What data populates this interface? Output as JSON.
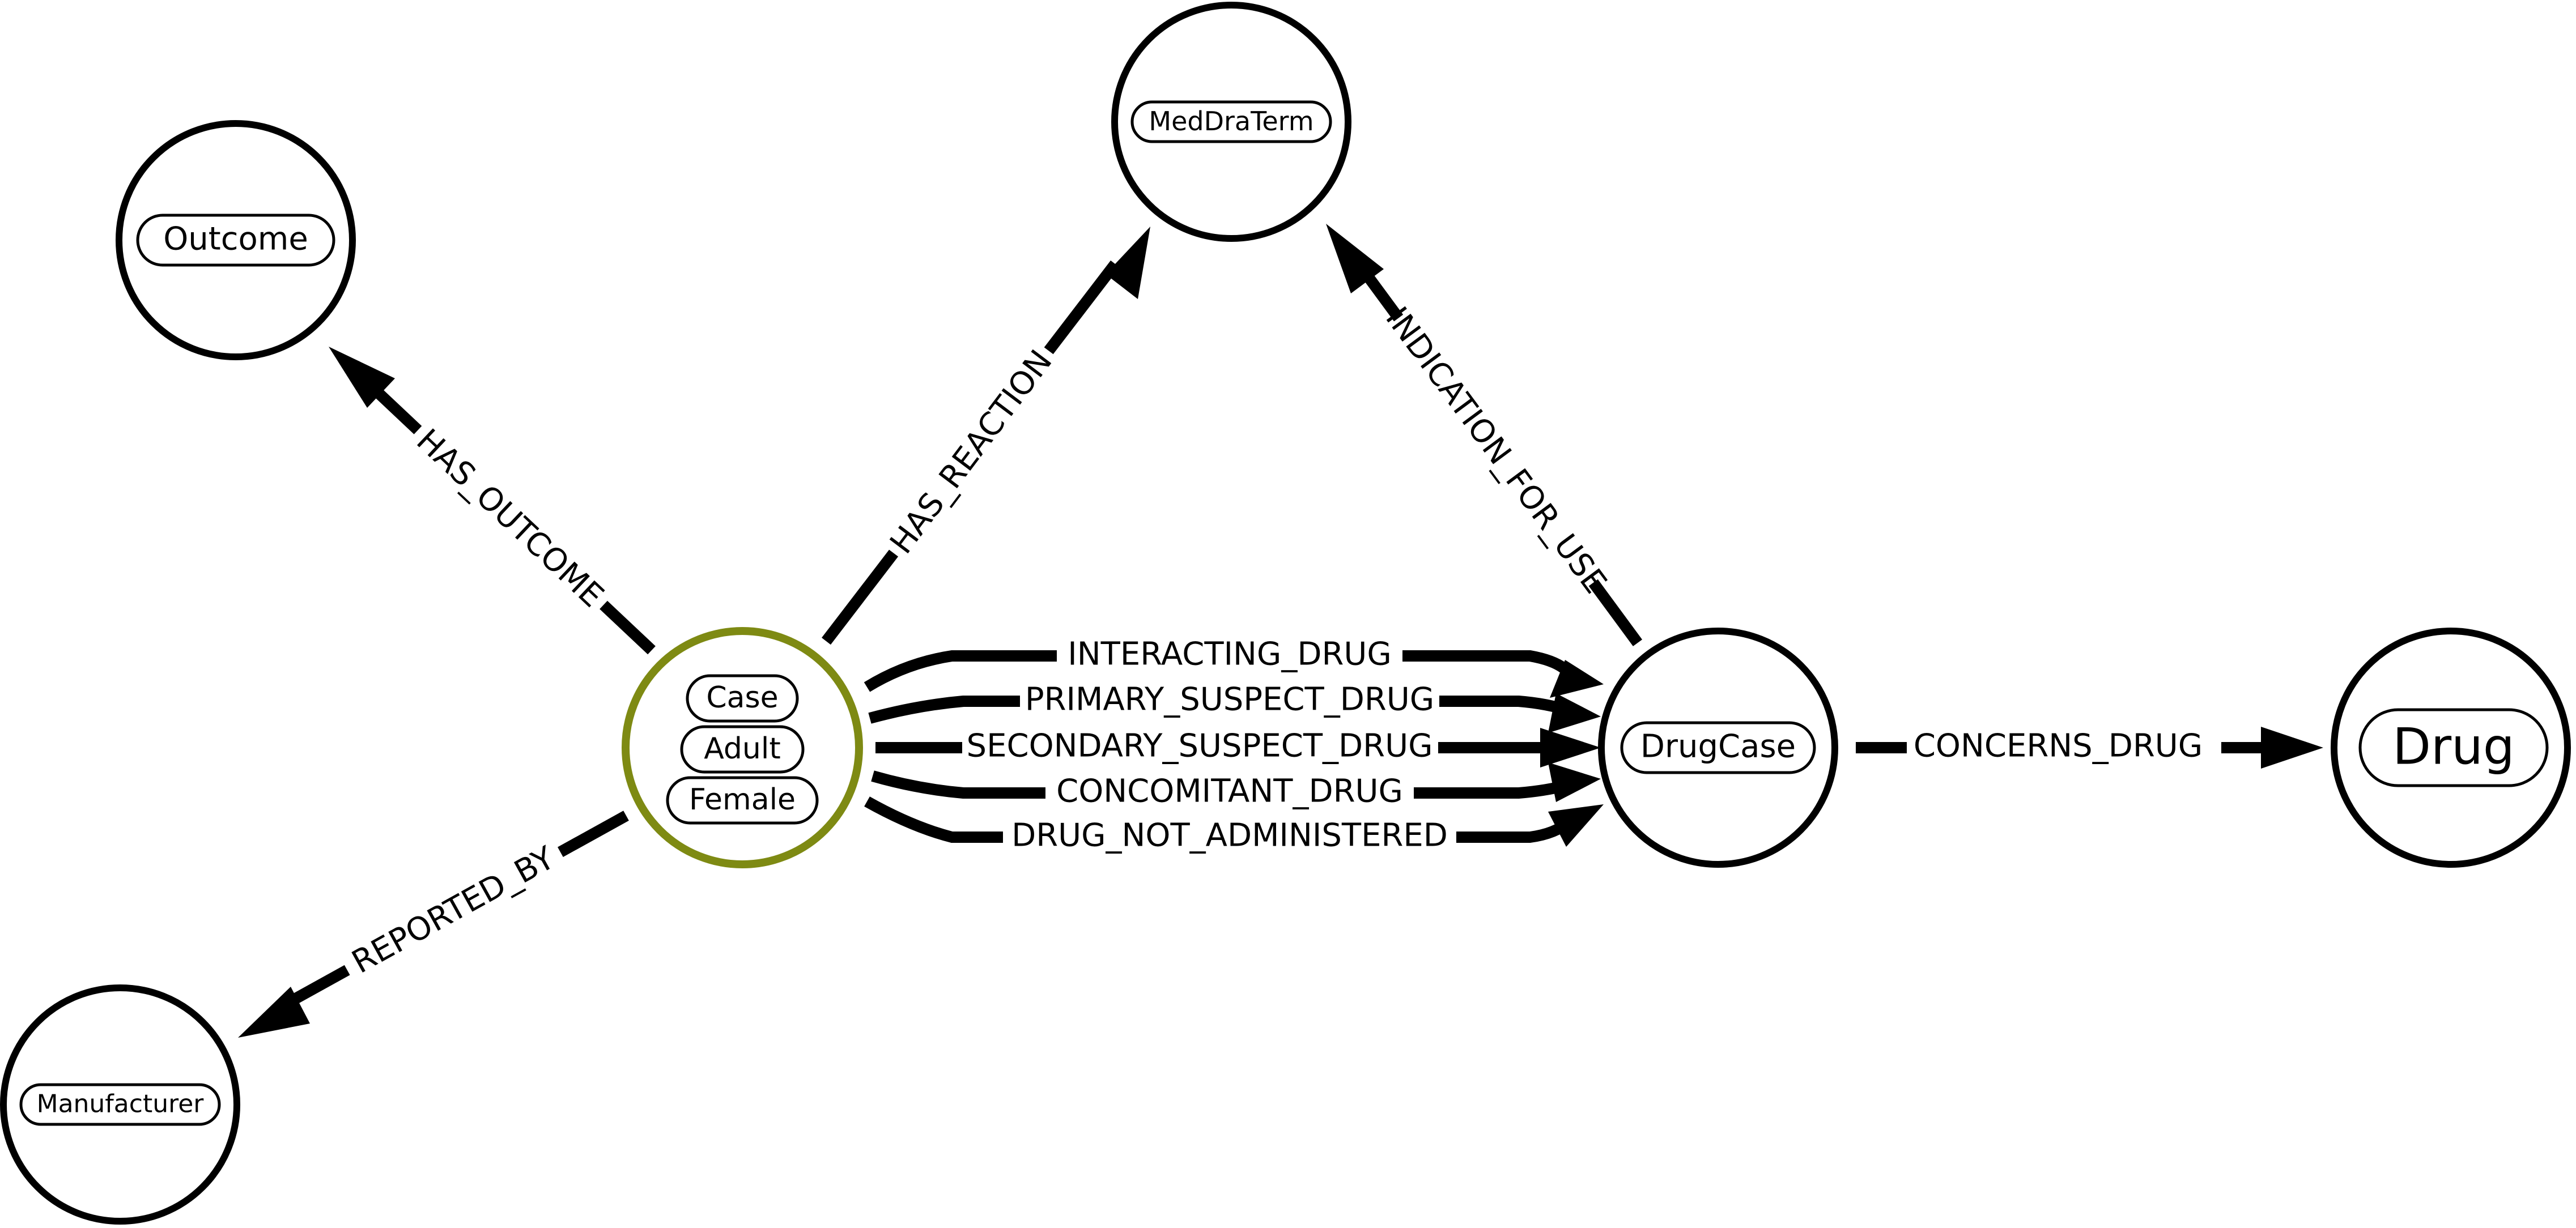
{
  "colors": {
    "selected": "#7e8a13",
    "stroke": "#000000"
  },
  "nodes": {
    "outcome": {
      "label": "Outcome"
    },
    "meddra": {
      "label": "MedDraTerm"
    },
    "case": {
      "labels": [
        "Case",
        "Adult",
        "Female"
      ]
    },
    "drugcase": {
      "label": "DrugCase"
    },
    "drug": {
      "label": "Drug"
    },
    "manufacturer": {
      "label": "Manufacturer"
    }
  },
  "edges": {
    "has_outcome": "HAS_OUTCOME",
    "has_reaction": "HAS_REACTION",
    "indication_for_use": "INDICATION_FOR_USE",
    "reported_by": "REPORTED_BY",
    "concerns_drug": "CONCERNS_DRUG",
    "interacting_drug": "INTERACTING_DRUG",
    "primary_suspect_drug": "PRIMARY_SUSPECT_DRUG",
    "secondary_suspect_drug": "SECONDARY_SUSPECT_DRUG",
    "concomitant_drug": "CONCOMITANT_DRUG",
    "drug_not_administered": "DRUG_NOT_ADMINISTERED"
  }
}
